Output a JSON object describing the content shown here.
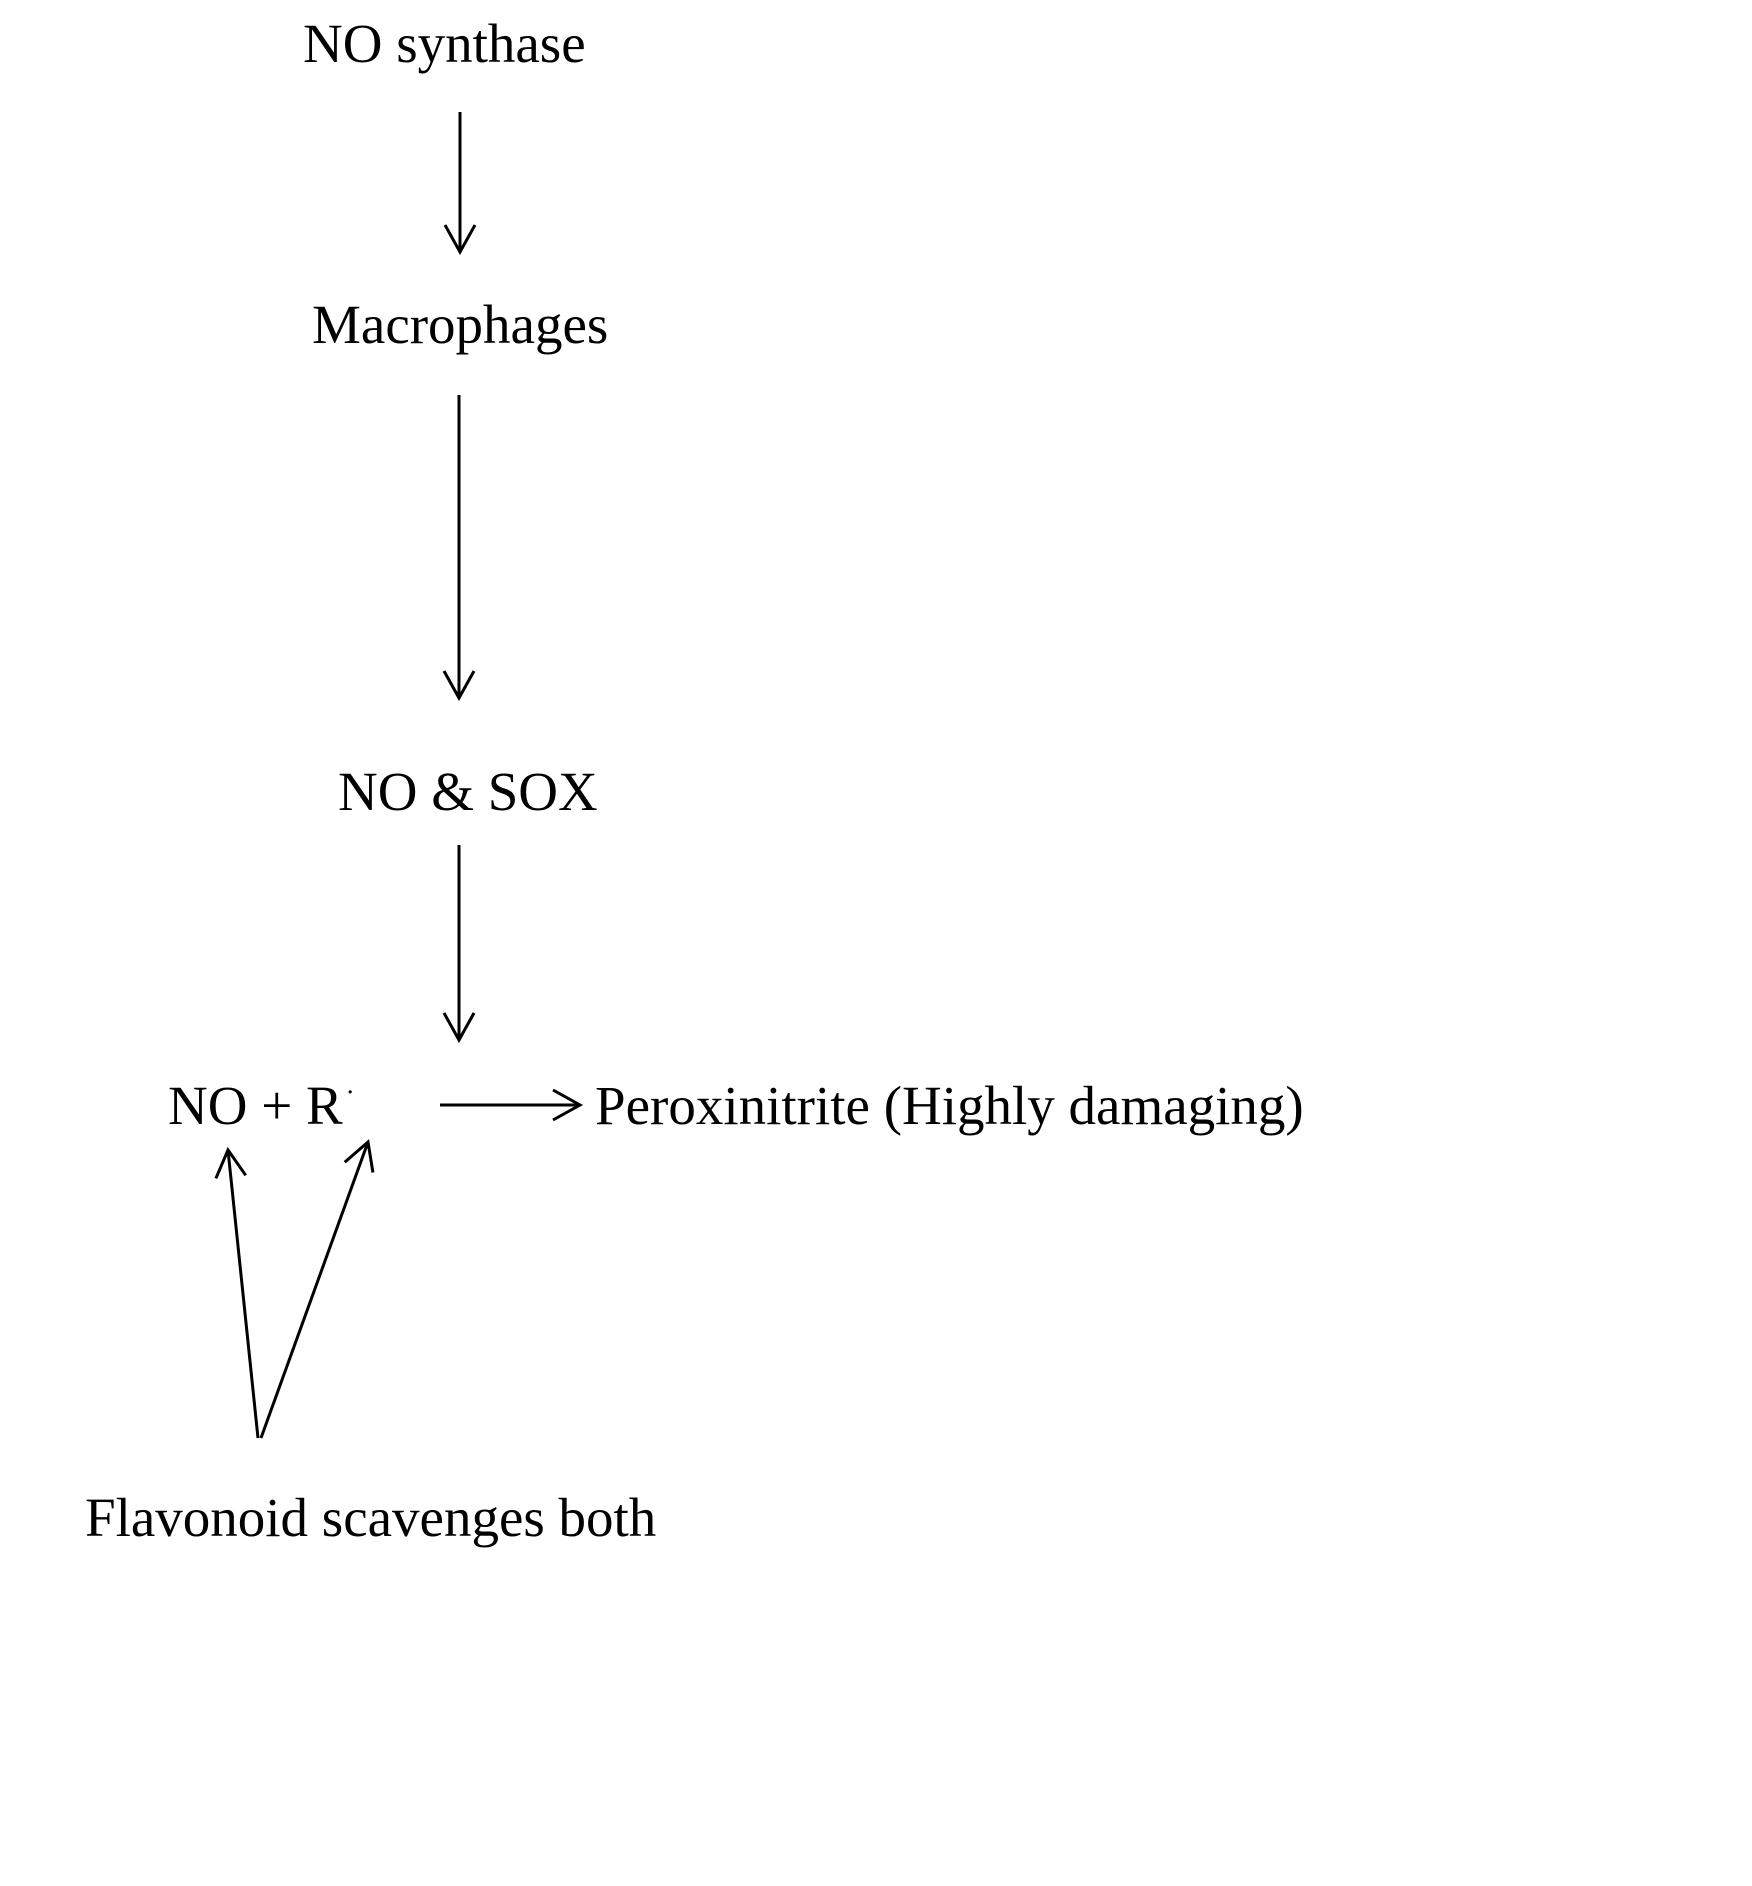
{
  "diagram": {
    "background_color": "#ffffff",
    "ink_color": "#000000",
    "nodes": {
      "no_synthase": "NO synthase",
      "macrophages": "Macrophages",
      "no_sox": "NO & SOX",
      "no_plus_r": "NO + R",
      "radical_dot": "·",
      "peroxinitrite": "Peroxinitrite (Highly damaging)",
      "flavonoid": "Flavonoid scavenges both"
    },
    "edges": [
      "NO synthase -> Macrophages",
      "Macrophages -> NO & SOX",
      "NO & SOX -> NO + R·",
      "NO + R· -> Peroxinitrite (Highly damaging)",
      "Flavonoid scavenges both -> NO",
      "Flavonoid scavenges both -> R·"
    ]
  }
}
